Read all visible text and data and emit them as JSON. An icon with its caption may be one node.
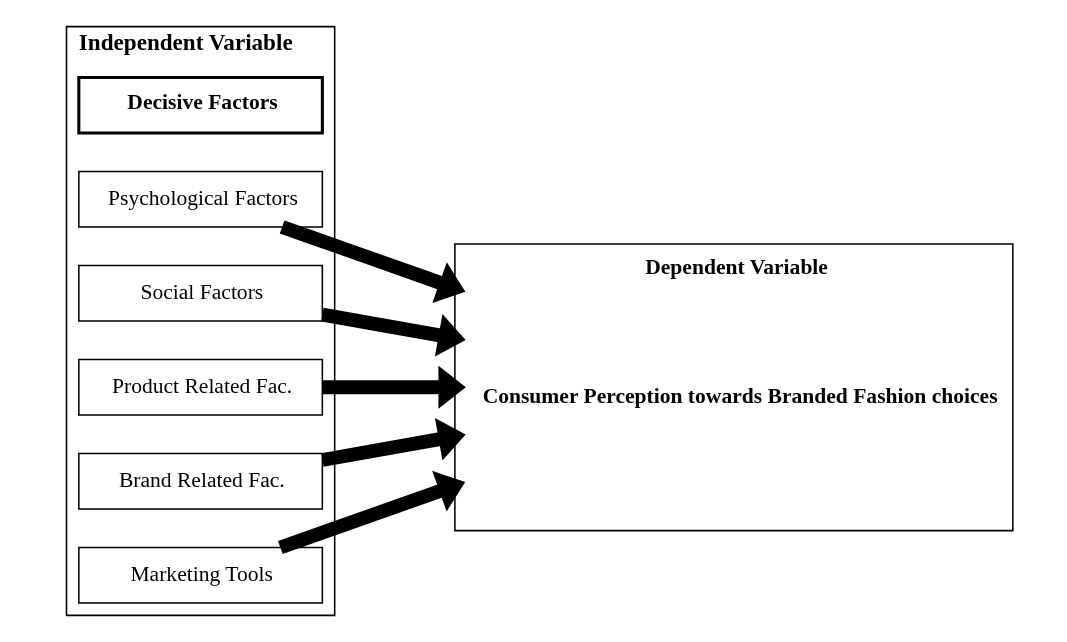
{
  "diagram": {
    "nodes": [
      {
        "text": [
          "Independent Variable"
        ]
      },
      {
        "text": [
          "Decisive Factors"
        ],
        "in": 0
      },
      {
        "text": [
          "Psychological Factors"
        ],
        "in": 0
      },
      {
        "text": [
          "Social Factors"
        ],
        "in": 0
      },
      {
        "text": [
          "Product Related Fac."
        ],
        "in": 0
      },
      {
        "text": [
          "Brand Related Fac."
        ],
        "in": 0
      },
      {
        "text": [
          "Marketing Tools"
        ],
        "in": 0
      },
      {
        "text": [
          "Dependent Variable",
          "Consumer Perception towards Branded Fashion choices"
        ]
      }
    ],
    "edges": [
      {
        "from": 2,
        "to": 7,
        "arrow": "to"
      },
      {
        "from": 3,
        "to": 7,
        "arrow": "to"
      },
      {
        "from": 4,
        "to": 7,
        "arrow": "to"
      },
      {
        "from": 5,
        "to": 7,
        "arrow": "to"
      },
      {
        "from": 6,
        "to": 7,
        "arrow": "to"
      }
    ]
  }
}
